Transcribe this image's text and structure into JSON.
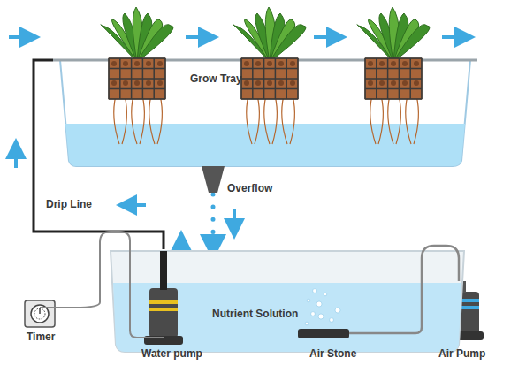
{
  "diagram": {
    "nodes": [
      {
        "text": [
          "Grow Tray"
        ]
      },
      {
        "text": [
          "Nutrient Solution"
        ]
      }
    ],
    "edges": [
      {
        "from": 1,
        "to": 0,
        "arrow": "none",
        "label": "Drip Line"
      },
      {
        "from": 0,
        "to": 1,
        "arrow": "to",
        "label": "Overflow"
      }
    ],
    "labels": [
      "Timer",
      "Water pump",
      "Air Stone",
      "Air Pump"
    ]
  }
}
